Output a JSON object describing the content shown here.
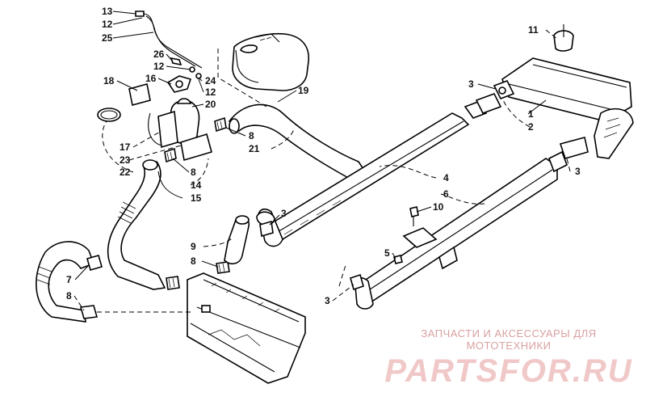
{
  "diagram": {
    "callouts": [
      {
        "id": "c13",
        "text": "13"
      },
      {
        "id": "c12a",
        "text": "12"
      },
      {
        "id": "c25",
        "text": "25"
      },
      {
        "id": "c26",
        "text": "26"
      },
      {
        "id": "c12b",
        "text": "12"
      },
      {
        "id": "c16",
        "text": "16"
      },
      {
        "id": "c24",
        "text": "24"
      },
      {
        "id": "c12c",
        "text": "12"
      },
      {
        "id": "c20",
        "text": "20"
      },
      {
        "id": "c18",
        "text": "18"
      },
      {
        "id": "c19",
        "text": "19"
      },
      {
        "id": "c8a",
        "text": "8"
      },
      {
        "id": "c21",
        "text": "21"
      },
      {
        "id": "c17",
        "text": "17"
      },
      {
        "id": "c23",
        "text": "23"
      },
      {
        "id": "c22",
        "text": "22"
      },
      {
        "id": "c8b",
        "text": "8"
      },
      {
        "id": "c14",
        "text": "14"
      },
      {
        "id": "c15",
        "text": "15"
      },
      {
        "id": "c11",
        "text": "11"
      },
      {
        "id": "c3a",
        "text": "3"
      },
      {
        "id": "c1",
        "text": "1"
      },
      {
        "id": "c2",
        "text": "2"
      },
      {
        "id": "c3b",
        "text": "3"
      },
      {
        "id": "c4",
        "text": "4"
      },
      {
        "id": "c6",
        "text": "6"
      },
      {
        "id": "c10",
        "text": "10"
      },
      {
        "id": "c3c",
        "text": "3"
      },
      {
        "id": "c9",
        "text": "9"
      },
      {
        "id": "c8c",
        "text": "8"
      },
      {
        "id": "c5",
        "text": "5"
      },
      {
        "id": "c7",
        "text": "7"
      },
      {
        "id": "c8d",
        "text": "8"
      },
      {
        "id": "c3d",
        "text": "3"
      }
    ]
  },
  "watermark": {
    "subtitle": "ЗАПЧАСТИ И АКСЕССУАРЫ ДЛЯ МОТОТЕХНИКИ",
    "brand": "PARTSFOR.RU",
    "color": "#f0c8c8"
  }
}
